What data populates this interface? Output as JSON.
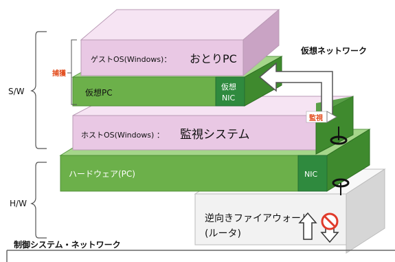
{
  "diagram": {
    "sw_label": "S/W",
    "hw_label": "H/W",
    "capture_label": "捕獲",
    "monitor_label": "監視",
    "virtual_network_label": "仮想ネットワーク",
    "control_network_label": "制御システム・ネットワーク",
    "layers": {
      "guest_os": {
        "prefix": "ゲストOS(Windows)：",
        "main": "おとりPC"
      },
      "virtual_pc": {
        "label": "仮想PC",
        "nic_line1": "仮想",
        "nic_line2": "NIC"
      },
      "host_os": {
        "prefix": "ホストOS(Windows) ：",
        "main": "監視システム"
      },
      "hardware": {
        "label": "ハードウェア(PC)",
        "nic": "NIC"
      },
      "firewall": {
        "line1": "逆向きファイアウォール",
        "line2": "(ルータ)"
      }
    },
    "colors": {
      "pink_front": "#e9c8e4",
      "pink_top": "#f6e4f3",
      "pink_side": "#c9a3c4",
      "green_front": "#6cb04a",
      "green_top": "#a5d68a",
      "green_side": "#3f8a2e",
      "dark_green": "#2f8a3e",
      "accent_red": "#e24a1a",
      "gray_front": "#f2f2f2",
      "gray_top": "#f8f8f8",
      "gray_side": "#d4d4d4"
    }
  }
}
